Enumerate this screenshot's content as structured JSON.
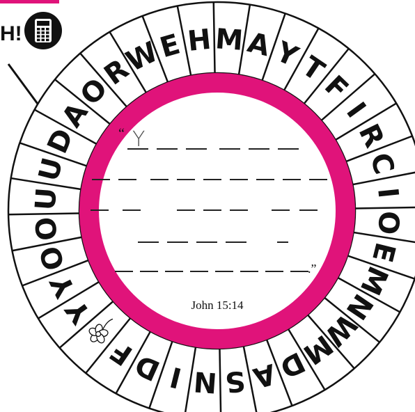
{
  "header": {
    "banner_text": "H!",
    "accent_color": "#e0137a",
    "icon": "calculator-icon"
  },
  "wheel": {
    "letters": [
      "U",
      "D",
      "A",
      "O",
      "R",
      "W",
      "E",
      "H",
      "M",
      "A",
      "Y",
      "T",
      "F",
      "I",
      "R",
      "C",
      "I",
      "O",
      "E",
      "M",
      "N",
      "W",
      "M",
      "D",
      "A",
      "S",
      "N",
      "I",
      "D",
      "F",
      "*",
      "Y",
      "Y",
      "O",
      "O",
      "U"
    ],
    "flower_icon": "flower-icon",
    "ring_color": "#e0137a",
    "stroke_color": "#111111"
  },
  "puzzle": {
    "open_quote": "“",
    "filled_letter": "Y",
    "close_quote": ".”",
    "lines": [
      {
        "words": [
          3,
          3
        ]
      },
      {
        "words": [
          2,
          7
        ]
      },
      {
        "words": [
          2,
          3,
          2
        ]
      },
      {
        "words": [
          4,
          1
        ]
      },
      {
        "words": [
          8
        ]
      }
    ]
  },
  "reference": "John 15:14"
}
